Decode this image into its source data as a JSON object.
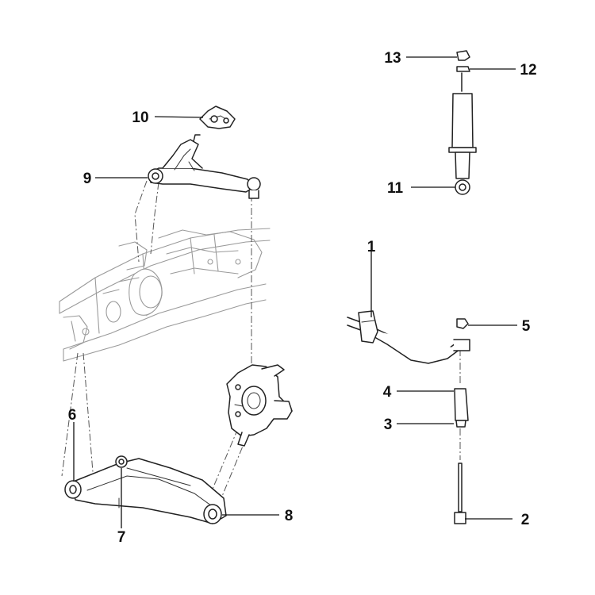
{
  "parts": [
    {
      "id": "1",
      "label": "1"
    },
    {
      "id": "2",
      "label": "2"
    },
    {
      "id": "3",
      "label": "3"
    },
    {
      "id": "4",
      "label": "4"
    },
    {
      "id": "5",
      "label": "5"
    },
    {
      "id": "6",
      "label": "6"
    },
    {
      "id": "7",
      "label": "7"
    },
    {
      "id": "8",
      "label": "8"
    },
    {
      "id": "9",
      "label": "9"
    },
    {
      "id": "10",
      "label": "10"
    },
    {
      "id": "11",
      "label": "11"
    },
    {
      "id": "12",
      "label": "12"
    },
    {
      "id": "13",
      "label": "13"
    }
  ]
}
